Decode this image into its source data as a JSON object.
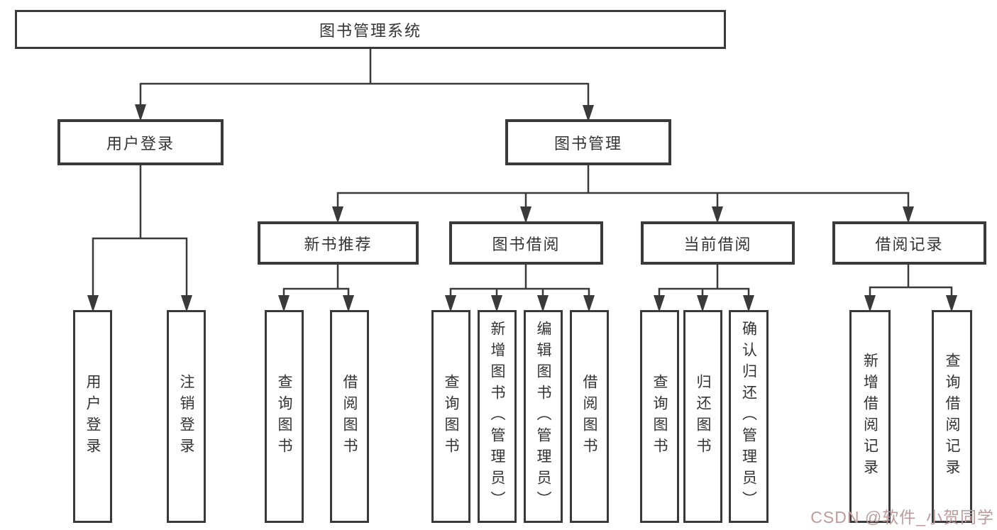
{
  "diagram": {
    "type": "tree",
    "colors": {
      "line": "#3a3a3a",
      "box_border": "#3a3a3a",
      "text": "#333333",
      "background": "#ffffff",
      "watermark": "#bd9b9b"
    },
    "tree": {
      "root": {
        "label": "图书管理系统",
        "children": [
          {
            "label": "用户登录",
            "children": [
              {
                "label": "用户登录"
              },
              {
                "label": "注销登录"
              }
            ]
          },
          {
            "label": "图书管理",
            "children": [
              {
                "label": "新书推荐",
                "children": [
                  {
                    "label": "查询图书"
                  },
                  {
                    "label": "借阅图书"
                  }
                ]
              },
              {
                "label": "图书借阅",
                "children": [
                  {
                    "label": "查询图书"
                  },
                  {
                    "label": "新增图书（管理员）"
                  },
                  {
                    "label": "编辑图书（管理员）"
                  },
                  {
                    "label": "借阅图书"
                  }
                ]
              },
              {
                "label": "当前借阅",
                "children": [
                  {
                    "label": "查询图书"
                  },
                  {
                    "label": "归还图书"
                  },
                  {
                    "label": "确认归还（管理员）"
                  }
                ]
              },
              {
                "label": "借阅记录",
                "children": [
                  {
                    "label": "新增借阅记录"
                  },
                  {
                    "label": "查询借阅记录"
                  }
                ]
              }
            ]
          }
        ]
      }
    },
    "watermark": {
      "text": "CSDN @软件_小贺同学"
    }
  }
}
